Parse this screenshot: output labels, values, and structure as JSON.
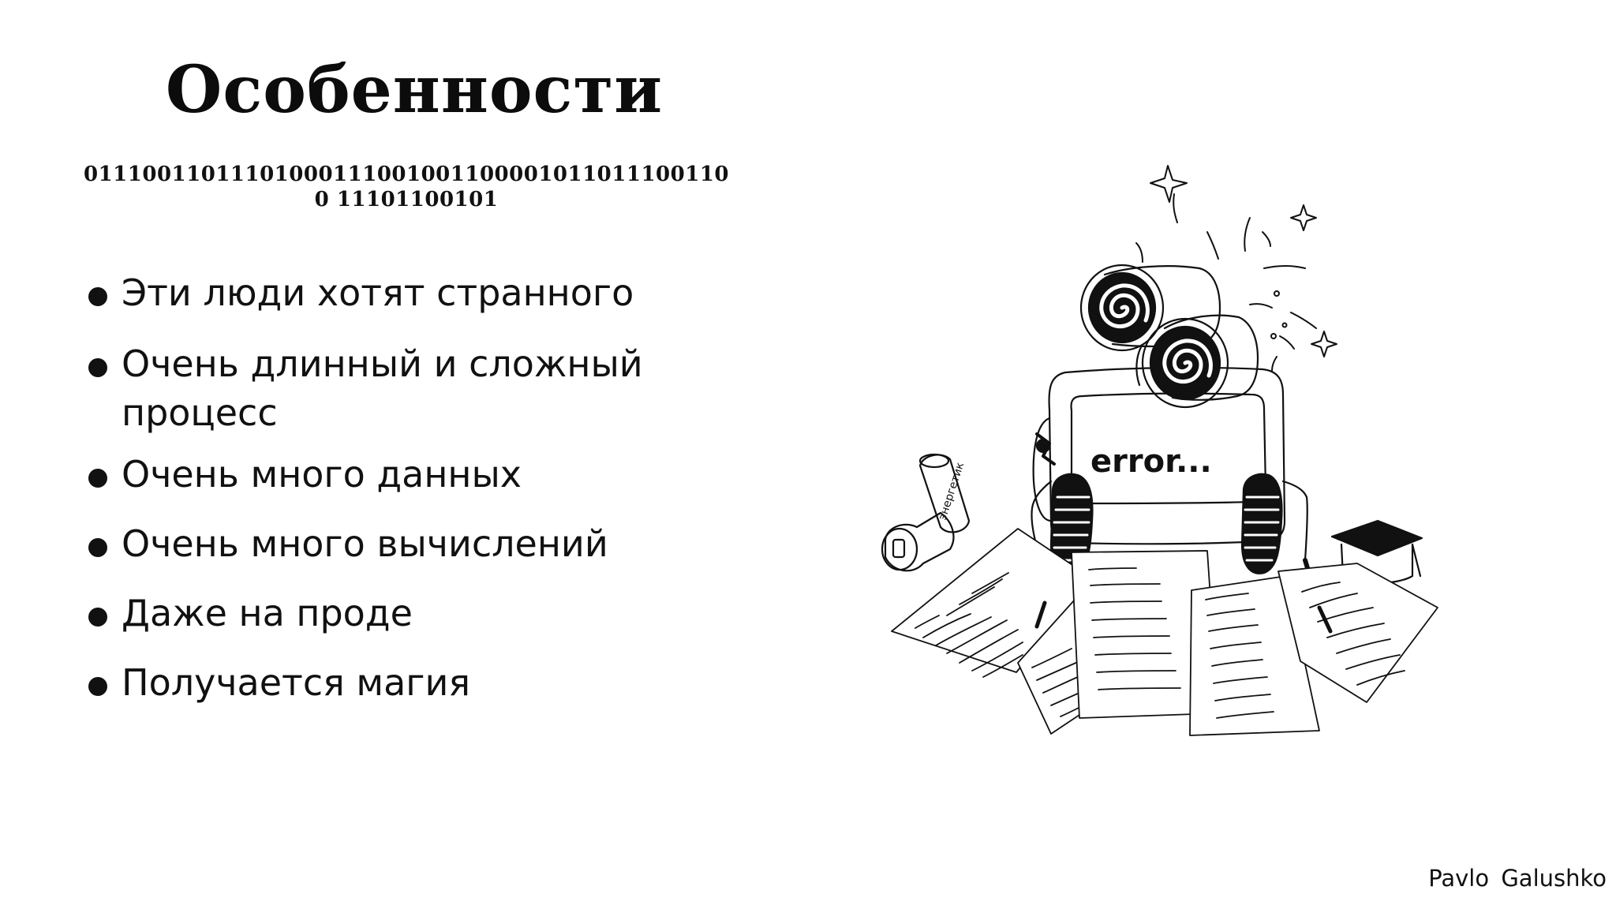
{
  "slide": {
    "title": "Особенности",
    "binary": "011100110111010001110010011000010110111001100 11101100101",
    "bullets": [
      "Эти люди хотят странного",
      "Очень длинный и сложный процесс",
      "Очень много данных",
      "Очень много вычислений",
      "Даже на проде",
      "Получается магия"
    ],
    "author": "Pavlo Galushko"
  },
  "illustration": {
    "screen_text": "error...",
    "can_label": "энергетик"
  }
}
